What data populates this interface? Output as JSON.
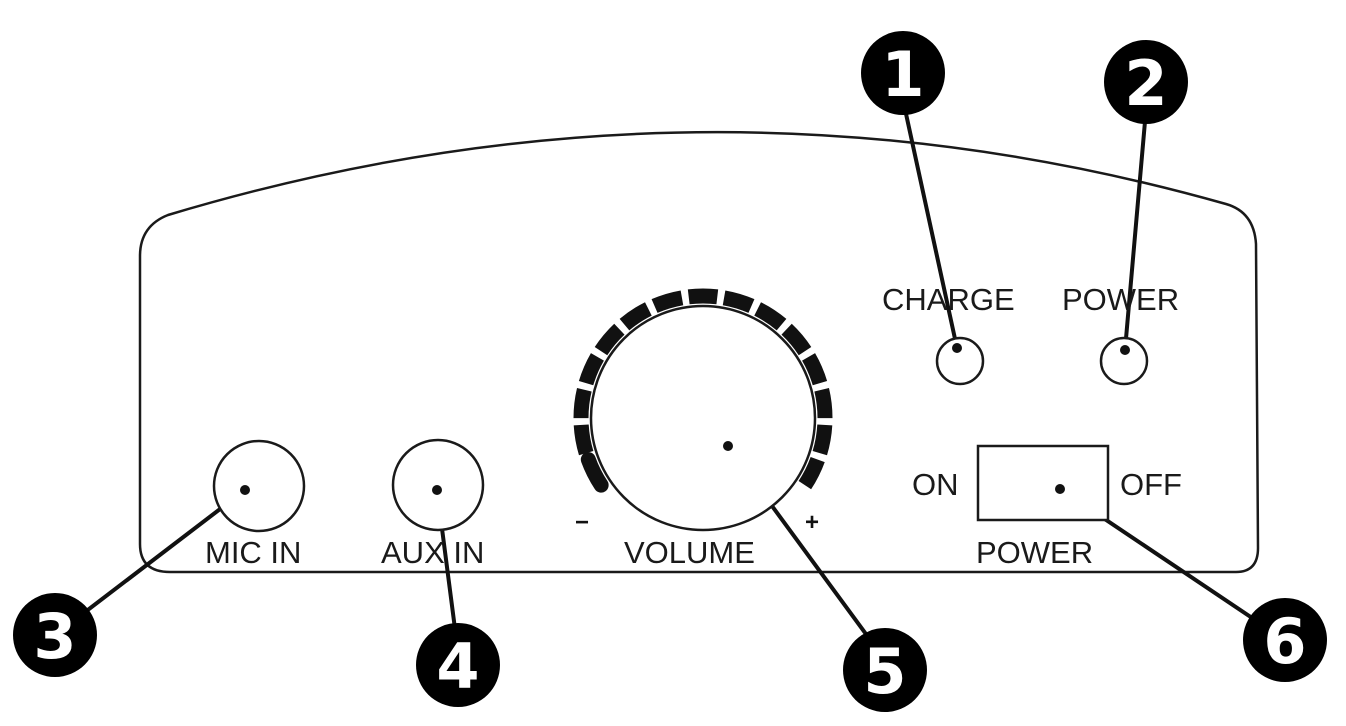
{
  "panel": {
    "labels": {
      "charge": "CHARGE",
      "power_led": "POWER",
      "mic_in": "MIC IN",
      "aux_in": "AUX IN",
      "volume": "VOLUME",
      "on": "ON",
      "off": "OFF",
      "power_switch": "POWER",
      "minus": "−",
      "plus": "+"
    }
  },
  "callouts": [
    "1",
    "2",
    "3",
    "4",
    "5",
    "6"
  ],
  "colors": {
    "line": "#1a1a1a",
    "badge_fill": "#000000",
    "badge_text": "#ffffff",
    "background": "#ffffff"
  }
}
